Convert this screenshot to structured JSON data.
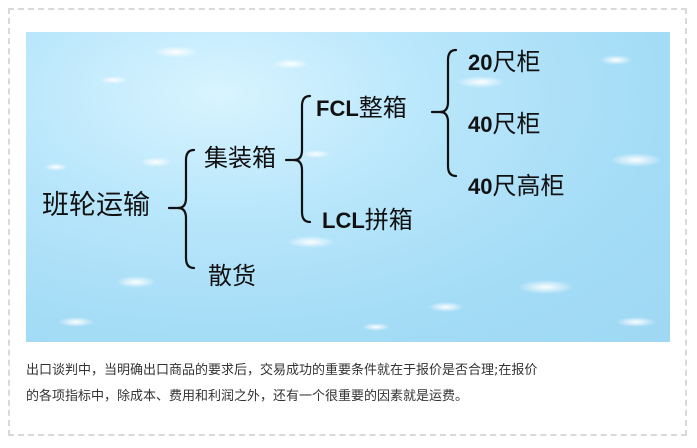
{
  "diagram": {
    "root": "班轮运输",
    "level1": [
      "集装箱",
      "散货"
    ],
    "level2": {
      "fcl_prefix": "FCL",
      "fcl_suffix": "整箱",
      "lcl_prefix": "LCL",
      "lcl_suffix": "拼箱"
    },
    "level3": [
      {
        "num": "20",
        "unit": "尺柜"
      },
      {
        "num": "40",
        "unit": "尺柜"
      },
      {
        "num": "40",
        "unit": "尺高柜"
      }
    ]
  },
  "caption": {
    "line1": "出口谈判中，当明确出口商品的要求后，交易成功的重要条件就在于报价是否合理;在报价",
    "line2": "的各项指标中，除成本、费用和利润之外，还有一个很重要的因素就是运费。"
  },
  "colors": {
    "background": "#9fd8f4",
    "text": "#111111",
    "caption_text": "#333333",
    "border": "#d9d9d9"
  }
}
